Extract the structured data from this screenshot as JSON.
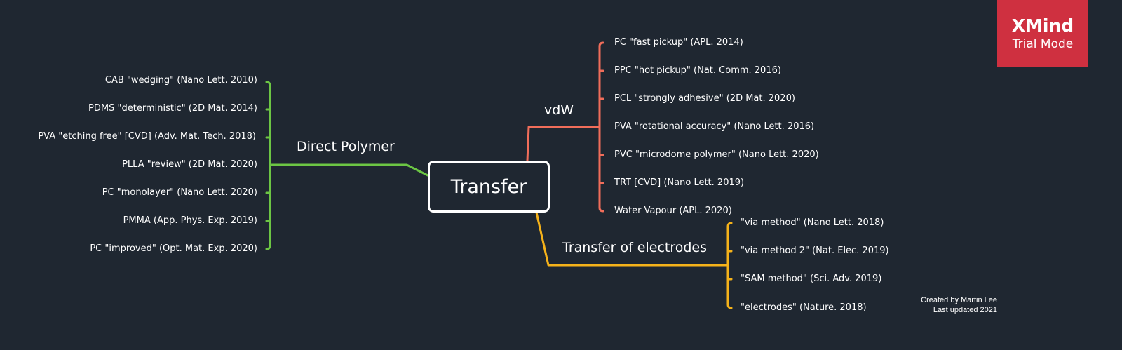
{
  "central": "Transfer",
  "badge": {
    "line1": "XMind",
    "line2": "Trial Mode"
  },
  "credits": {
    "line1": "Created by Martin Lee",
    "line2": "Last updated 2021"
  },
  "branches": {
    "direct_polymer": {
      "label": "Direct Polymer",
      "color": "#6cc644",
      "items": [
        "CAB \"wedging\" (Nano Lett. 2010)",
        "PDMS \"deterministic\" (2D Mat. 2014)",
        "PVA \"etching free\" [CVD] (Adv. Mat. Tech. 2018)",
        "PLLA \"review\" (2D Mat. 2020)",
        "PC \"monolayer\" (Nano Lett. 2020)",
        "PMMA (App. Phys. Exp. 2019)",
        "PC \"improved\" (Opt. Mat. Exp. 2020)"
      ]
    },
    "vdw": {
      "label": "vdW",
      "color": "#f06d5a",
      "items": [
        "PC \"fast pickup\" (APL. 2014)",
        "PPC \"hot pickup\" (Nat. Comm. 2016)",
        "PCL \"strongly adhesive\" (2D Mat. 2020)",
        "PVA \"rotational accuracy\" (Nano Lett. 2016)",
        "PVC \"microdome polymer\" (Nano Lett. 2020)",
        "TRT [CVD] (Nano Lett. 2019)",
        "Water Vapour (APL. 2020)"
      ]
    },
    "electrodes": {
      "label": "Transfer of electrodes",
      "color": "#f5b21a",
      "items": [
        "\"via method\" (Nano Lett. 2018)",
        "\"via method 2\" (Nat. Elec. 2019)",
        "\"SAM method\" (Sci. Adv. 2019)",
        "\"electrodes\" (Nature. 2018)"
      ]
    }
  }
}
